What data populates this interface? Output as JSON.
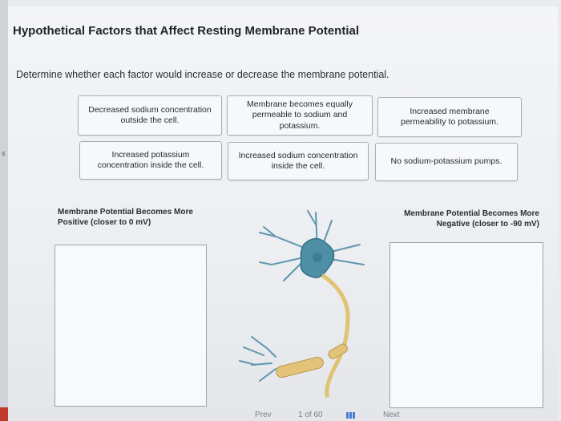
{
  "heading": "Hypothetical Factors that Affect Resting Membrane Potential",
  "instructions": "Determine whether each factor would increase or decrease the membrane potential.",
  "cards": [
    {
      "label": "Decreased sodium concentration outside the cell."
    },
    {
      "label": "Membrane becomes equally permeable to sodium and potassium."
    },
    {
      "label": "Increased membrane permeability to potassium."
    },
    {
      "label": "Increased potassium concentration inside the cell."
    },
    {
      "label": "Increased sodium concentration inside the cell."
    },
    {
      "label": "No sodium-potassium pumps."
    }
  ],
  "zones": {
    "positive": "Membrane Potential Becomes More Positive (closer to 0 mV)",
    "negative": "Membrane Potential Becomes More Negative (closer to -90 mV)"
  },
  "footer": {
    "prev": "Prev",
    "page": "1 of 60",
    "next": "Next"
  },
  "side_mark": "s",
  "colors": {
    "accent": "#4a7bd0",
    "nerve_yellow": "#e8c46a",
    "cell_blue": "#4f8fa6"
  }
}
